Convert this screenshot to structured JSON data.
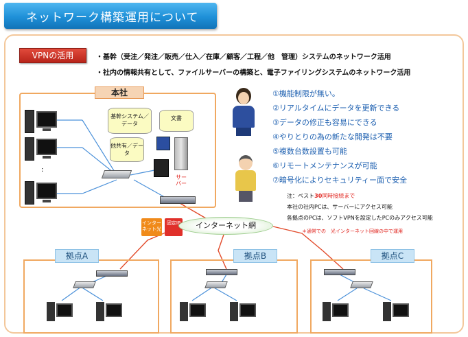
{
  "header": {
    "title": "ネットワーク構築運用について"
  },
  "vpn": {
    "badge": "VPNの活用",
    "bullets": [
      "・基幹（受注／発注／販売／仕入／在庫／顧客／工程／他　管理）システムのネットワーク活用",
      "・社内の情報共有として、ファイルサーバーの構築と、電子ファイリングシステムのネットワーク活用"
    ]
  },
  "hq": {
    "label": "本社",
    "db_core": "基幹システム／データ",
    "db_docs": "文書",
    "db_shared": "他共有／データ",
    "server_label": "サーバー",
    "ellipsis": ":"
  },
  "features": [
    "①機能制限が無い。",
    "②リアルタイムにデータを更新できる",
    "③データの修正も容易にできる",
    "④やりとりの為の新たな開発は不要",
    "⑤複数台数設置も可能",
    "⑥リモートメンテナンスが可能",
    "⑦暗号化によりセキュリティー面で安全"
  ],
  "notes": {
    "line1_prefix": "注：ベスト",
    "line1_number": "30",
    "line1_suffix": "同時接続まで",
    "line2": "本社の社内PCは、サーバーにアクセス可能",
    "line3": "各拠点のPCは、ソフトVPNを設定したPCのみアクセス可能",
    "line4": "＊通常での　光インターネット回線の中で運用"
  },
  "internet": {
    "label": "インターネット網",
    "badge_left": "インターネット光",
    "badge_right": "固定IP"
  },
  "branches": [
    {
      "label": "拠点A"
    },
    {
      "label": "拠点B"
    },
    {
      "label": "拠点C"
    }
  ],
  "colors": {
    "title_blue": "#1e90d8",
    "frame_orange": "#f0a860",
    "badge_red": "#c8281c",
    "feature_blue": "#1c5fb0",
    "note_red": "#e0201a"
  }
}
